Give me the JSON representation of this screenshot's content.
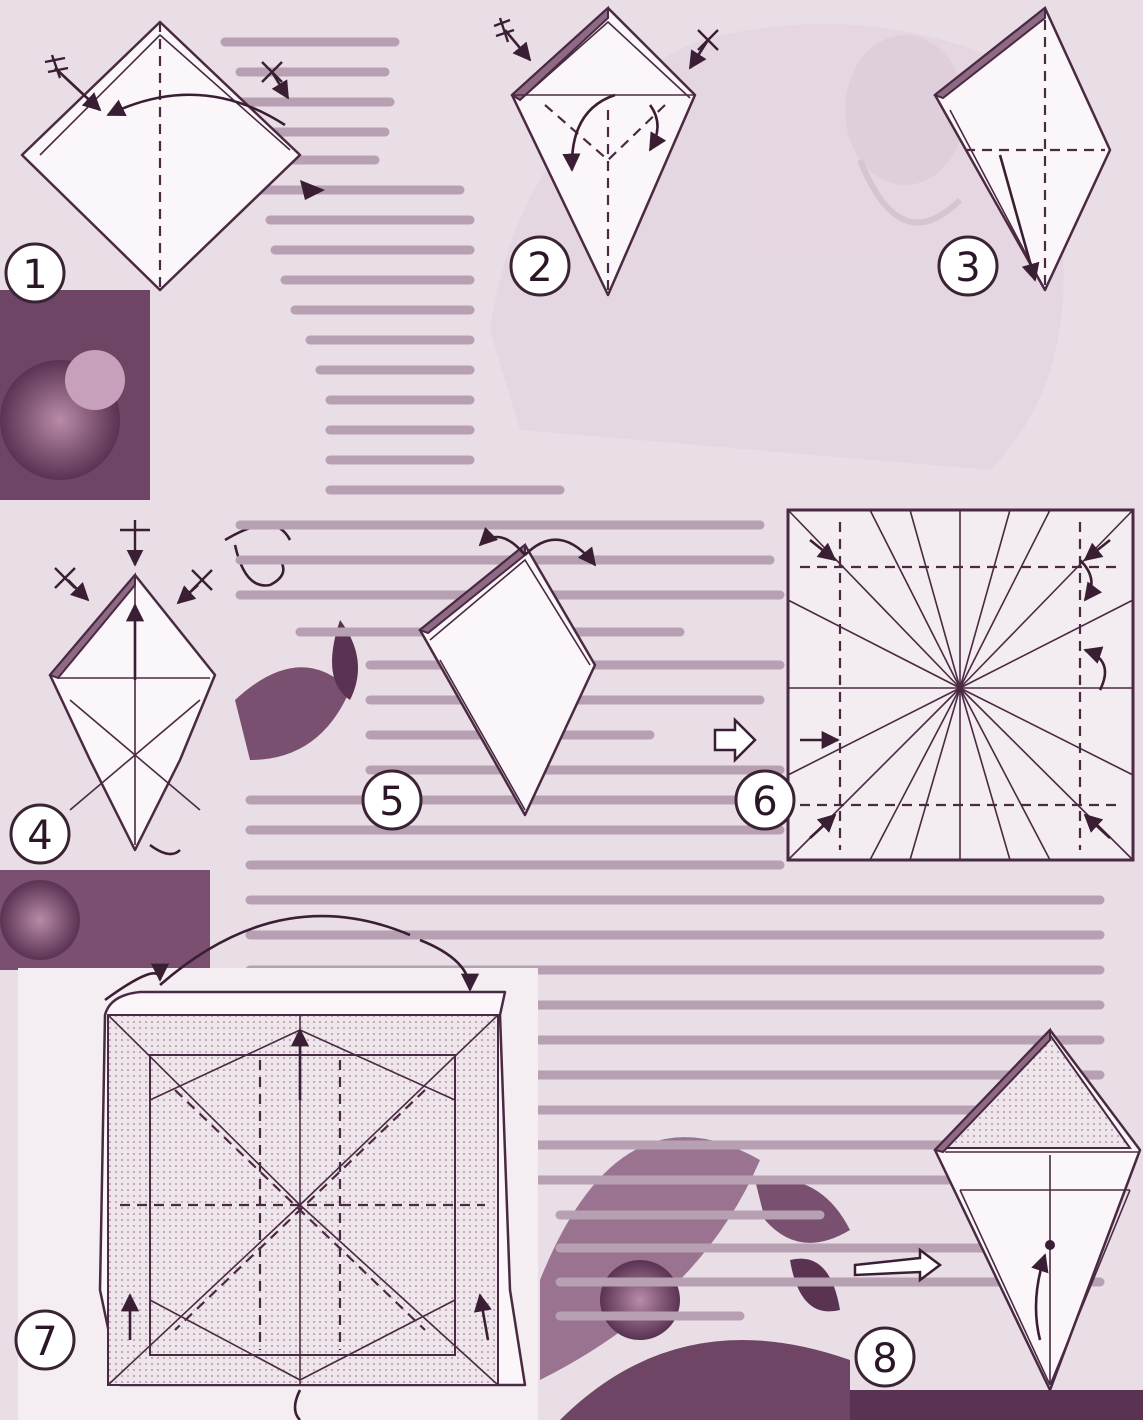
{
  "steps": [
    {
      "label": "1"
    },
    {
      "label": "2"
    },
    {
      "label": "3"
    },
    {
      "label": "4"
    },
    {
      "label": "5"
    },
    {
      "label": "6"
    },
    {
      "label": "7"
    },
    {
      "label": "8"
    }
  ],
  "colors": {
    "ink": "#4a2a42",
    "paper": "#faf6f9",
    "background": "#e9dde6",
    "shade": "#8e6a84"
  }
}
